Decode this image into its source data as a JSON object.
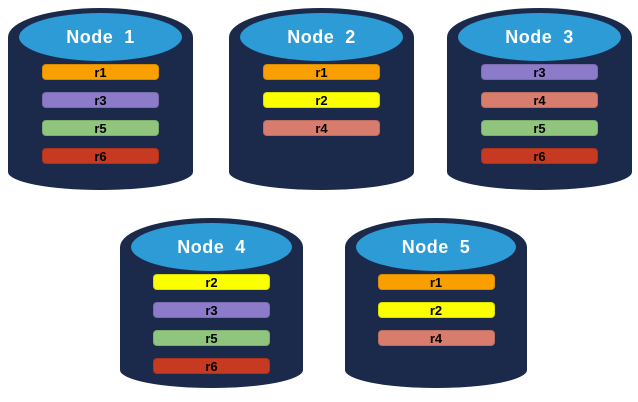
{
  "diagram": {
    "description": "Five database node cylinders holding colored replica bars",
    "colors": {
      "background": "#FFFFFF",
      "cylinder_body": "#1B2A4B",
      "cylinder_top": "#2D9BD5",
      "title_text": "#FFFFFF",
      "bar_text": "#000000"
    },
    "replica_colors": {
      "r1": "#F9A000",
      "r2": "#FBFF00",
      "r3": "#8C7BC8",
      "r4": "#D87C6D",
      "r5": "#8FC57D",
      "r6": "#C53A20"
    },
    "nodes": [
      {
        "label": "Node  1",
        "replicas": [
          "r1",
          "r3",
          "r5",
          "r6"
        ]
      },
      {
        "label": "Node  2",
        "replicas": [
          "r1",
          "r2",
          "r4"
        ]
      },
      {
        "label": "Node  3",
        "replicas": [
          "r3",
          "r4",
          "r5",
          "r6"
        ]
      },
      {
        "label": "Node  4",
        "replicas": [
          "r2",
          "r3",
          "r5",
          "r6"
        ]
      },
      {
        "label": "Node  5",
        "replicas": [
          "r1",
          "r2",
          "r4"
        ]
      }
    ]
  }
}
